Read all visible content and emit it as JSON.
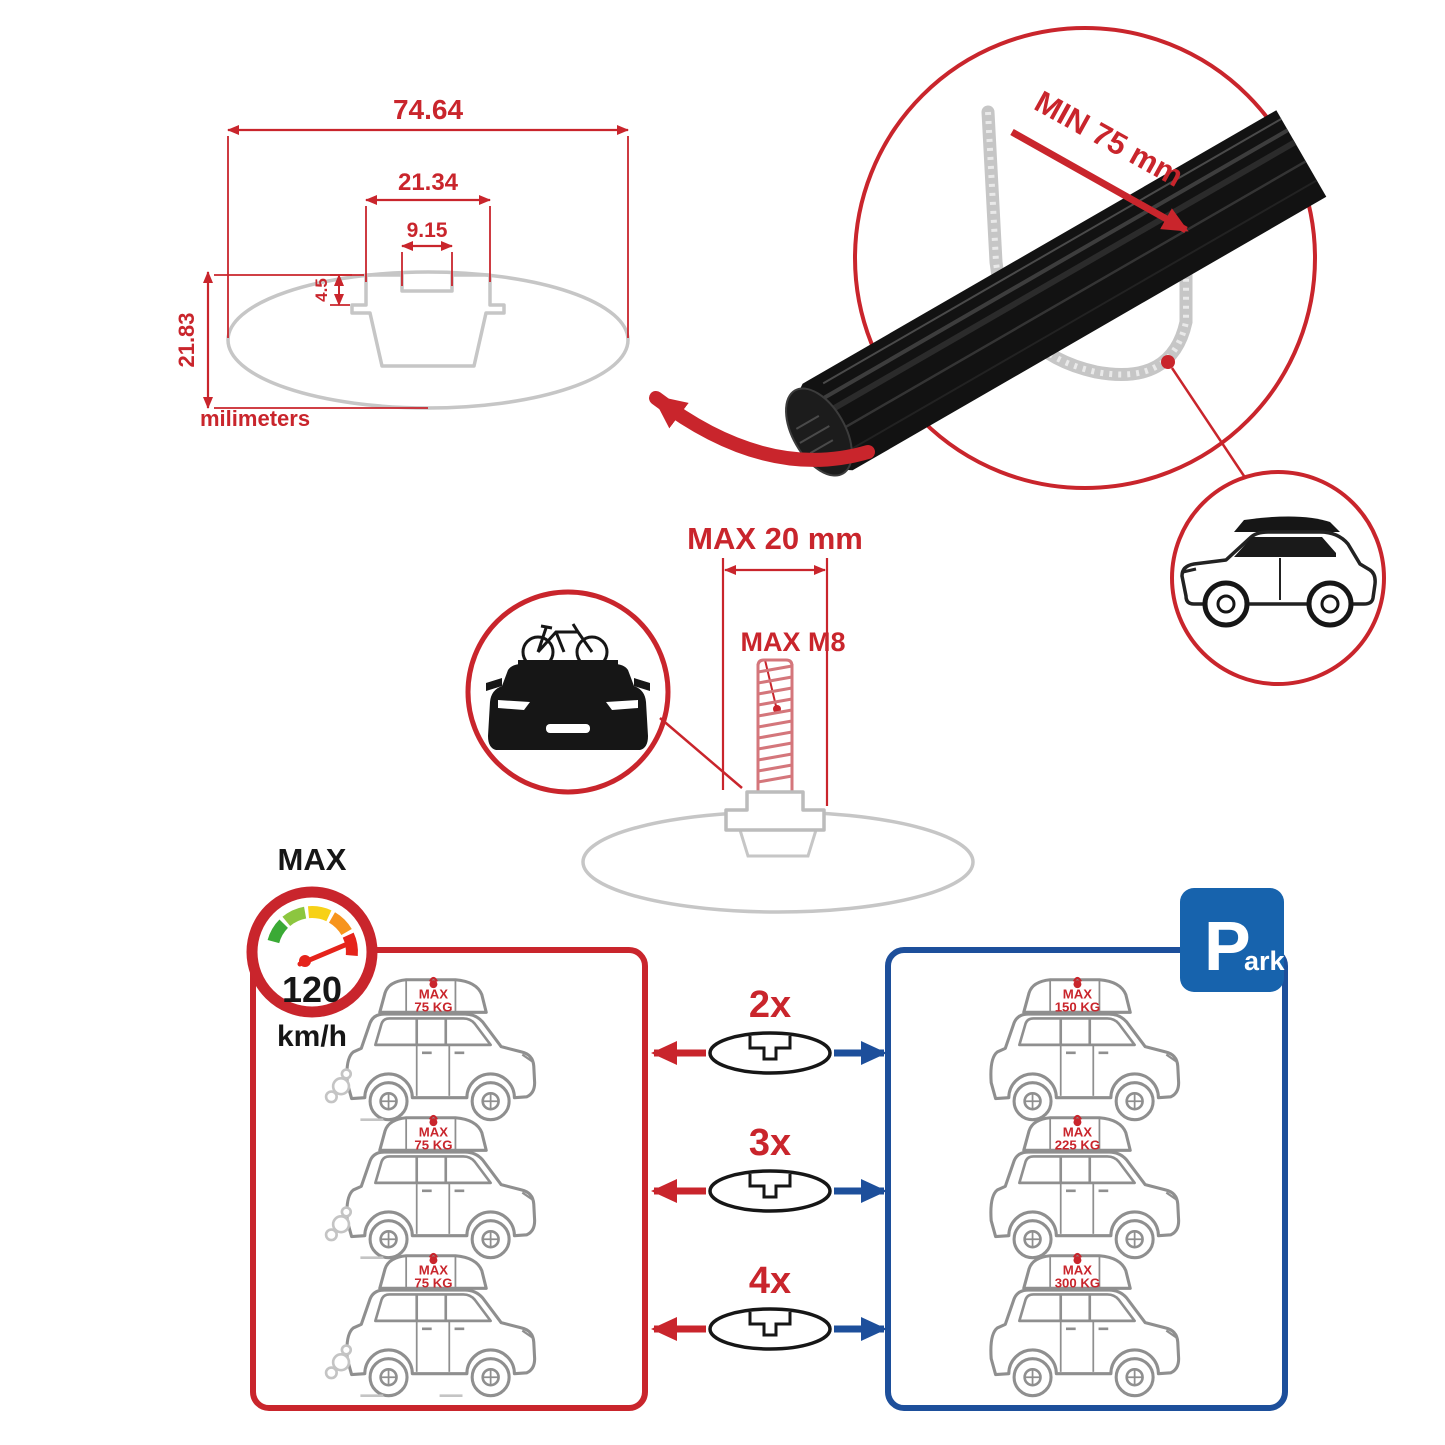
{
  "colors": {
    "accent_red": "#c9252c",
    "accent_blue": "#1d4f9b",
    "sign_blue": "#1763ad",
    "bar_black": "#121212",
    "outline_gray": "#c6c6c6"
  },
  "dimension_diagram": {
    "total_width": "74.64",
    "slot_outer_width": "21.34",
    "slot_inner_width": "9.15",
    "slot_depth": "4.5",
    "total_height": "21.83",
    "unit": "milimeters"
  },
  "bar_detail": {
    "min_clamp_width": "MIN 75 mm"
  },
  "bolt_spec": {
    "max_length": "MAX 20 mm",
    "max_thread": "MAX M8"
  },
  "speed_limit": {
    "title": "MAX",
    "value": "120",
    "unit": "km/h"
  },
  "driving_loads": {
    "items": [
      {
        "label": "MAX",
        "weight": "75 KG"
      },
      {
        "label": "MAX",
        "weight": "75 KG"
      },
      {
        "label": "MAX",
        "weight": "75 KG"
      }
    ]
  },
  "bar_counts": [
    "2x",
    "3x",
    "4x"
  ],
  "parked_loads": {
    "items": [
      {
        "label": "MAX",
        "weight": "150 KG"
      },
      {
        "label": "MAX",
        "weight": "225 KG"
      },
      {
        "label": "MAX",
        "weight": "300 KG"
      }
    ]
  },
  "park_sign": {
    "initial": "P",
    "rest": "ark"
  }
}
